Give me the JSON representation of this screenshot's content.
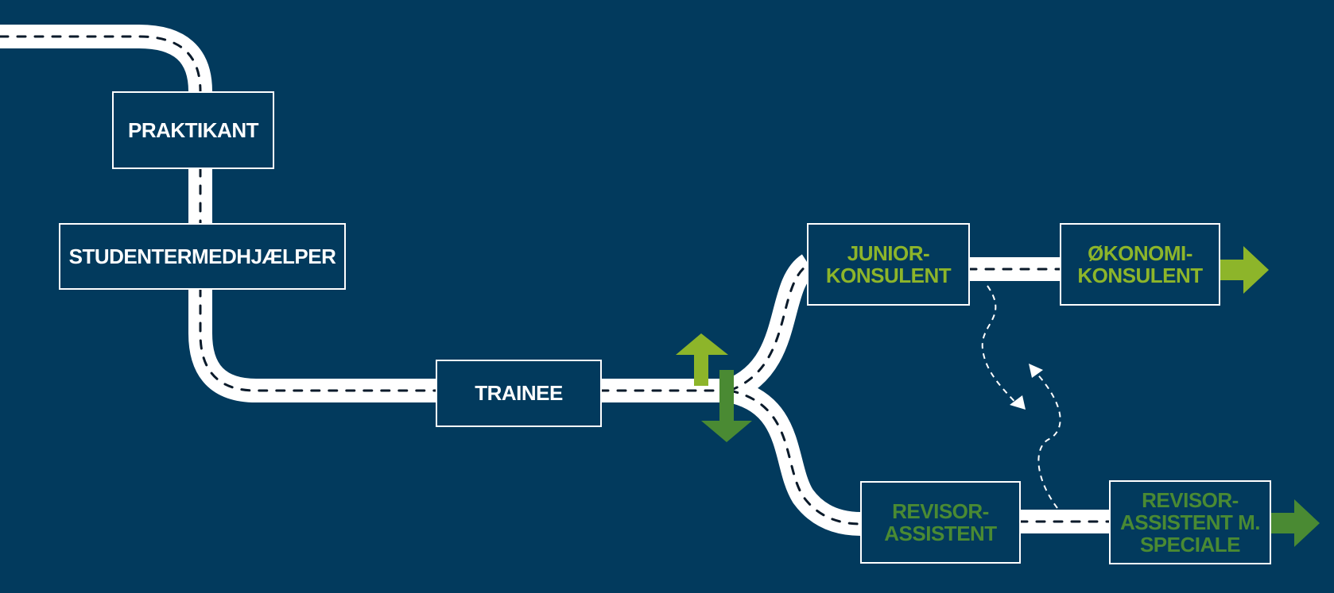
{
  "diagram": {
    "colors": {
      "background": "#023a5d",
      "road": "#ffffff",
      "dash": "#0a1a2a",
      "lime_green": "#8db52a",
      "dark_green": "#4a8a33"
    },
    "nodes": {
      "praktikant": "PRAKTIKANT",
      "studentermedhjaelper": "STUDENTERMEDHJÆLPER",
      "trainee": "TRAINEE",
      "junior_konsulent": "JUNIOR-\nKONSULENT",
      "okonomi_konsulent": "ØKONOMI-\nKONSULENT",
      "revisor_assistent": "REVISOR-\nASSISTENT",
      "revisor_assistent_speciale": "REVISOR-\nASSISTENT M.\nSPECIALE"
    },
    "icons": [
      "up-arrow-icon",
      "down-arrow-icon",
      "right-arrow-icon",
      "swap-arrows-icon"
    ]
  }
}
